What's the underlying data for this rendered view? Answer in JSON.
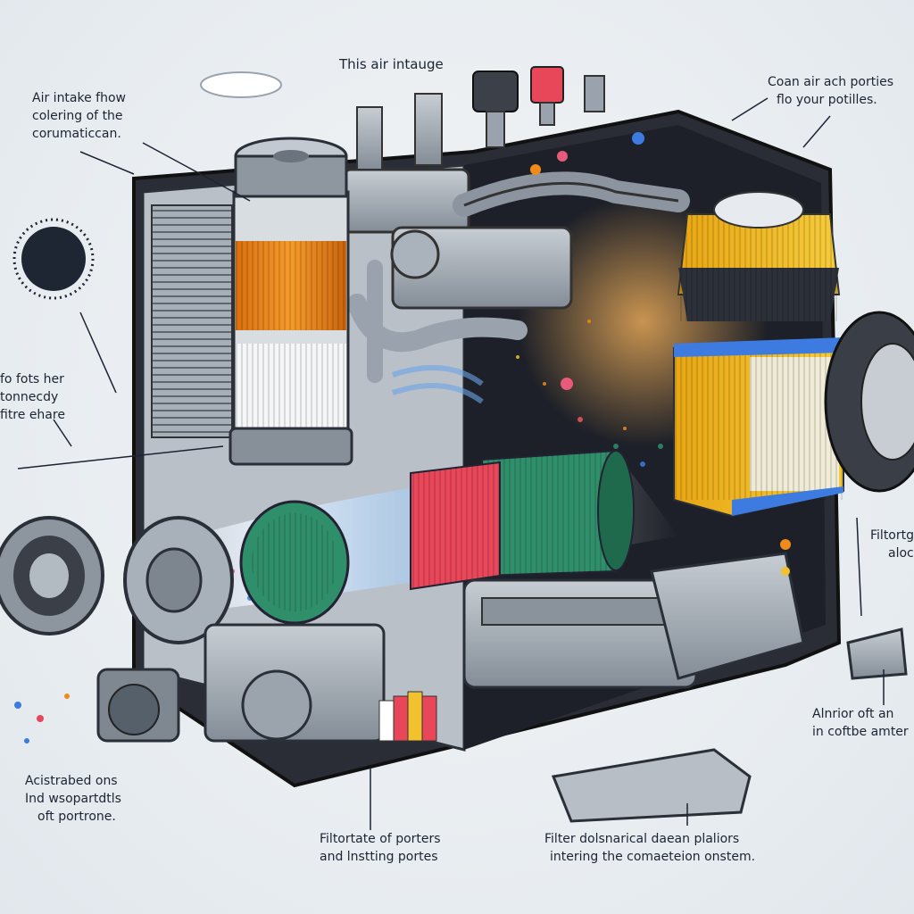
{
  "labels": {
    "top_center": "This air intauge",
    "top_left": [
      "Air intake fhow",
      "colering of the",
      "corumaticcan."
    ],
    "top_right": [
      "Coan air ach porties",
      "flo your potilles."
    ],
    "left_middle": [
      "fo fots her",
      "tonnecdy",
      "fitre ehare"
    ],
    "right_middle": [
      "Filtortg",
      "aloc"
    ],
    "right_lower": [
      "Alnrior oft an",
      "in coftbe amter"
    ],
    "bottom_left": [
      "Acistrabed ons",
      "Ind wsopartdtls",
      "oft portrone."
    ],
    "bottom_center": [
      "Filtortate of porters",
      "and lnstting portes"
    ],
    "bottom_right": [
      "Filter dolsnarical daean plaliors",
      "intering the comaeteion onstem."
    ]
  },
  "colors": {
    "ink": "#1b2433",
    "engine_gray": "#9aa3ad",
    "housing_dark": "#1c1f26",
    "filter_orange": "#f08a1c",
    "filter_yellow": "#f2c12e",
    "filter_green": "#2f8f6a",
    "filter_red": "#e8475a",
    "filter_blue": "#3d7be0"
  }
}
